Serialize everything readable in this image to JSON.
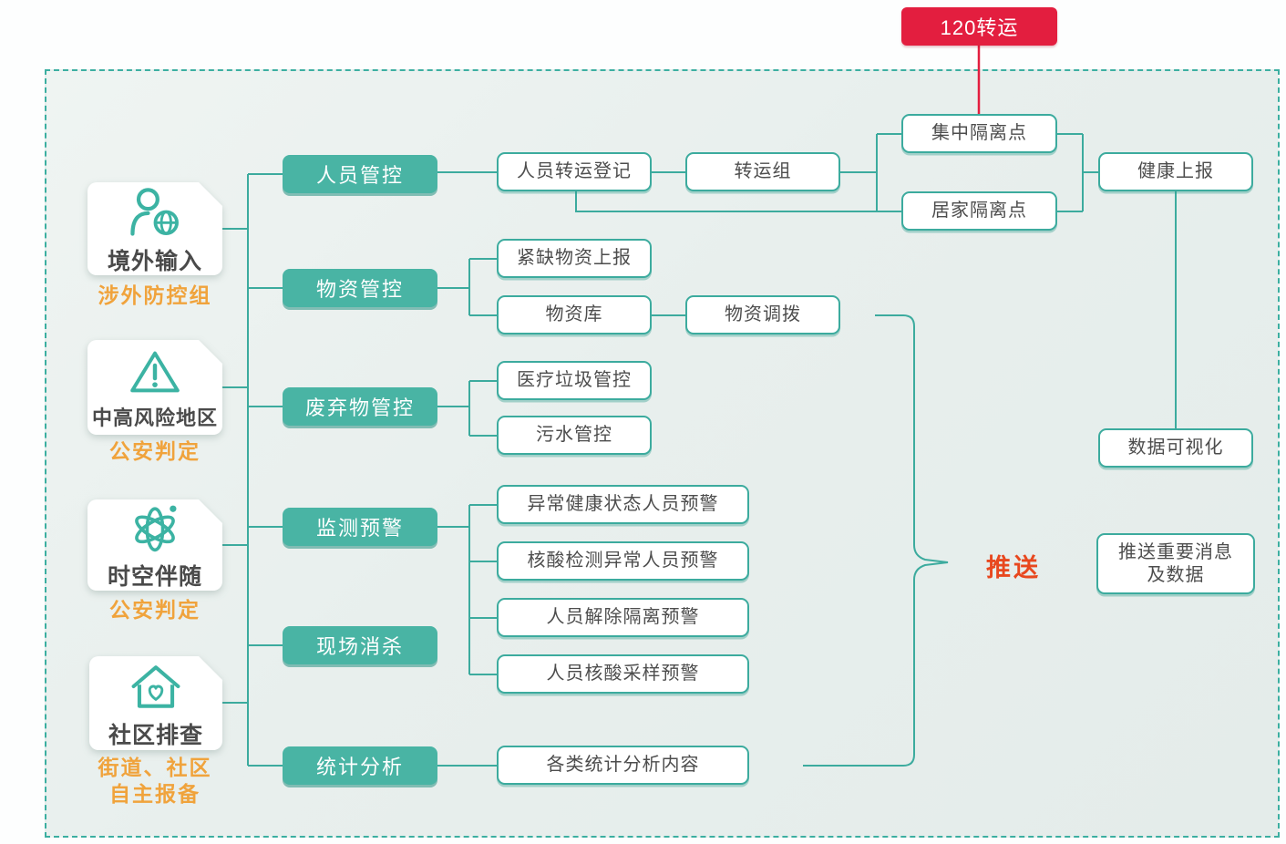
{
  "palette": {
    "teal": "#3cab9e",
    "teal_fill": "#49b4a4",
    "red": "#e31e3f",
    "orange": "#f0a33c",
    "push_red": "#e8481f",
    "text_dark": "#4d4d4d"
  },
  "cards": [
    {
      "title": "境外输入",
      "caption": "涉外防控组",
      "icon": "person-globe-icon"
    },
    {
      "title": "中高风险地区",
      "caption": "公安判定",
      "icon": "warning-triangle-icon"
    },
    {
      "title": "时空伴随",
      "caption": "公安判定",
      "icon": "atom-icon"
    },
    {
      "title": "社区排查",
      "caption": "街道、社区\n自主报备",
      "icon": "house-heart-icon"
    }
  ],
  "modules": {
    "personnel": "人员管控",
    "supplies": "物资管控",
    "waste": "废弃物管控",
    "monitoring": "监测预警",
    "disinfection": "现场消杀",
    "statistics": "统计分析"
  },
  "boxes": {
    "transfer_registration": "人员转运登记",
    "transfer_group": "转运组",
    "shortage_report": "紧缺物资上报",
    "supply_warehouse": "物资库",
    "supply_dispatch": "物资调拨",
    "medical_waste": "医疗垃圾管控",
    "sewage_control": "污水管控",
    "warn_abnormal_health": "异常健康状态人员预警",
    "warn_nucleic_abnormal": "核酸检测异常人员预警",
    "warn_release_isolation": "人员解除隔离预警",
    "warn_nucleic_sampling": "人员核酸采样预警",
    "stats_content": "各类统计分析内容",
    "central_isolation": "集中隔离点",
    "home_isolation": "居家隔离点",
    "health_report": "健康上报",
    "data_visualization": "数据可视化",
    "push_message": "推送重要消息\n及数据",
    "transfer_120": "120转运"
  },
  "annotations": {
    "push": "推送"
  }
}
